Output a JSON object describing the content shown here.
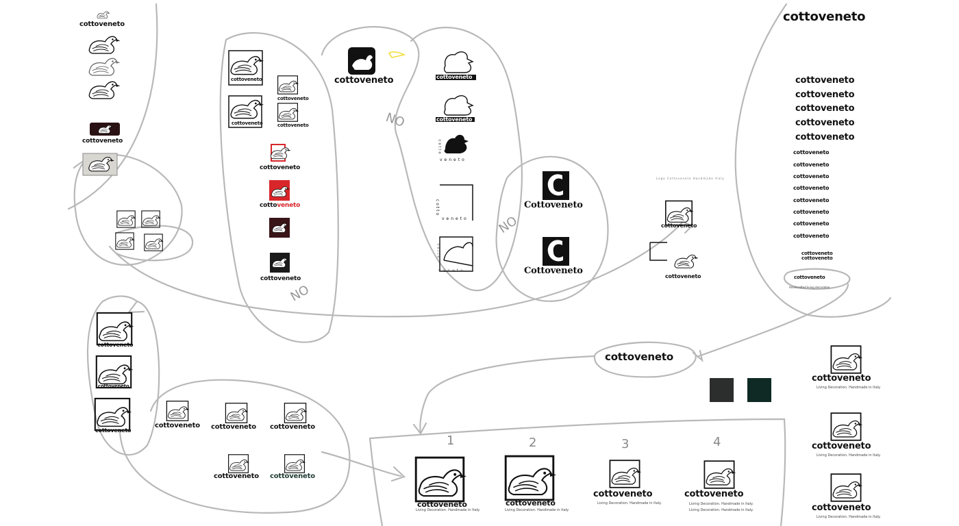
{
  "brand": {
    "name": "cottoveneto",
    "name_cap": "Cottoveneto",
    "name_caps": "COTTOVENETO"
  },
  "tagline": "Living Decoration. Handmade in Italy.",
  "tagline_alt": "Handcrafted living decoration",
  "split": {
    "top": "cotto",
    "bottom": "veneto"
  },
  "stacked_caption": "cottoveneto cottoveneto",
  "small_caption": "Logo Cottoveneto Handmade Italy",
  "reject_marks": [
    "NO",
    "NO",
    "NO"
  ],
  "final_options": [
    "1",
    "2",
    "3",
    "4"
  ],
  "swatches": [
    "#2b2e2c",
    "#0f2a24"
  ],
  "colors": {
    "sketch": "#b8b8b8",
    "ink": "#111111",
    "red": "#d8262b",
    "yellow": "#f2de3c",
    "dark": "#2b2e2c",
    "teal": "#0f2a24"
  }
}
